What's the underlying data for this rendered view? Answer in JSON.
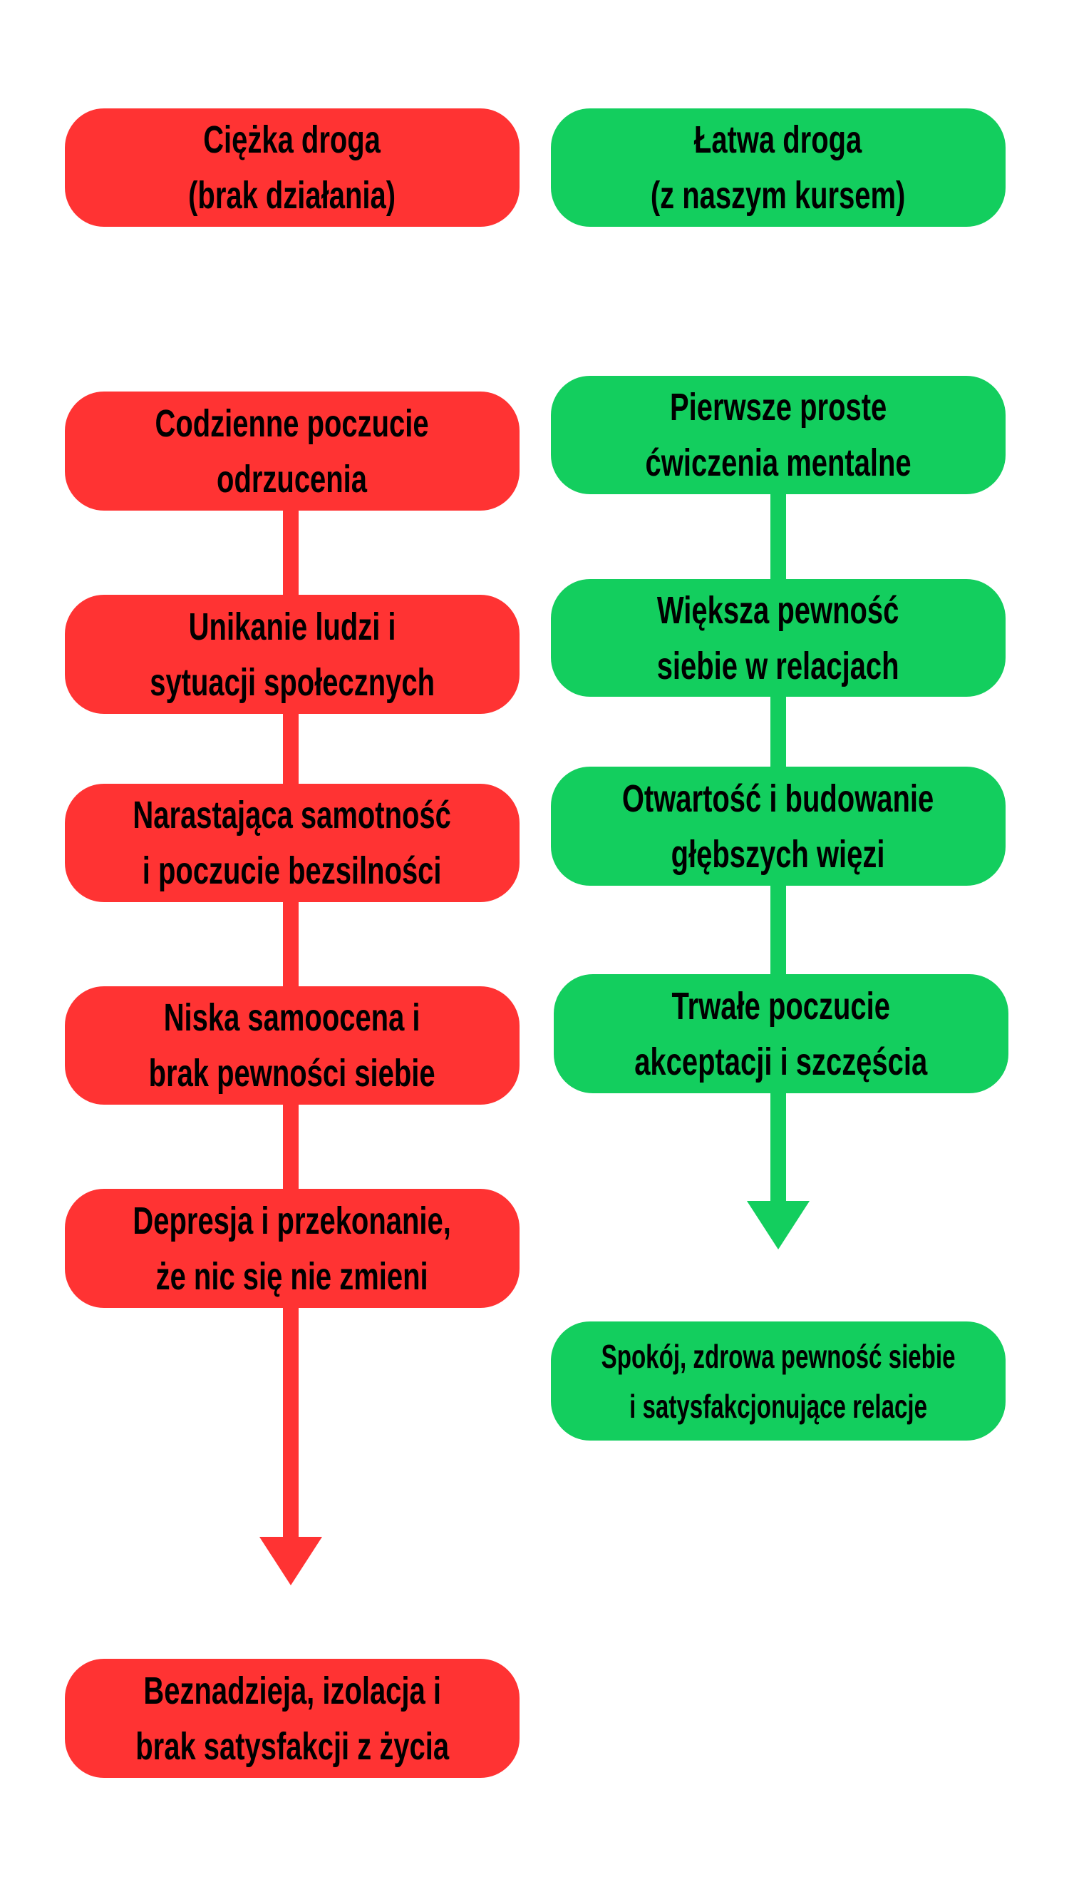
{
  "colors": {
    "hard_path": "#FF3333",
    "easy_path": "#13CE5E",
    "text": "#000000"
  },
  "hard_path": {
    "header": [
      "Ciężka droga",
      "(brak działania)"
    ],
    "steps": [
      [
        "Codzienne poczucie",
        "odrzucenia"
      ],
      [
        "Unikanie ludzi i",
        "sytuacji społecznych"
      ],
      [
        "Narastająca samotność",
        "i poczucie bezsilności"
      ],
      [
        "Niska samoocena i",
        "brak pewności siebie"
      ],
      [
        "Depresja i przekonanie,",
        "że nic się nie zmieni"
      ]
    ],
    "outcome": [
      "Beznadzieja, izolacja i",
      "brak satysfakcji z życia"
    ]
  },
  "easy_path": {
    "header": [
      "Łatwa droga",
      "(z naszym kursem)"
    ],
    "steps": [
      [
        "Pierwsze proste",
        "ćwiczenia mentalne"
      ],
      [
        "Większa pewność",
        "siebie w relacjach"
      ],
      [
        "Otwartość i budowanie",
        "głębszych więzi"
      ],
      [
        "Trwałe poczucie",
        "akceptacji i szczęścia"
      ]
    ],
    "outcome": [
      "Spokój, zdrowa pewność siebie",
      "i satysfakcjonujące relacje"
    ]
  }
}
